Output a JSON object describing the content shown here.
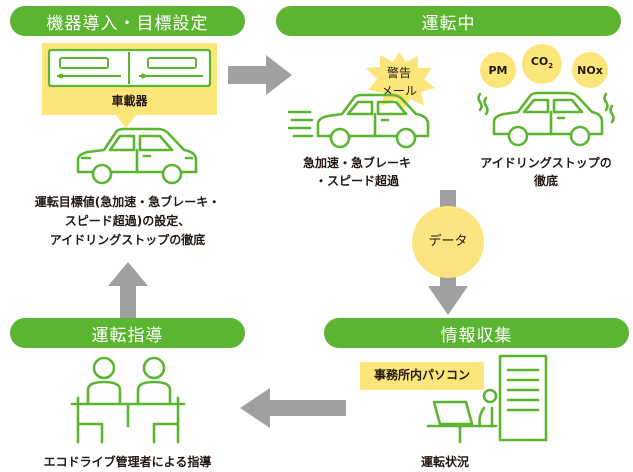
{
  "steps": {
    "setup": {
      "title": "機器導入・目標設定",
      "device_label": "車載器",
      "desc_line1": "運転目標値(急加速・急ブレーキ・",
      "desc_line2": "スピード超過)の設定、",
      "desc_line3": "アイドリングストップの徹底"
    },
    "driving": {
      "title": "運転中",
      "alert_line1": "警告",
      "alert_line2": "メール",
      "car1_line1": "急加速・急ブレーキ",
      "car1_line2": "・スピード超過",
      "car2_line1": "アイドリングストップの",
      "car2_line2": "徹底",
      "emission_pm": "PM",
      "emission_co2": "CO",
      "emission_co2_sub": "2",
      "emission_nox": "NOx"
    },
    "data": {
      "label": "データ"
    },
    "collection": {
      "title": "情報収集",
      "pc_label": "事務所内パソコン",
      "caption": "運転状況"
    },
    "guidance": {
      "title": "運転指導",
      "caption": "エコドライブ管理者による指導"
    }
  },
  "colors": {
    "green": "#5cb531",
    "line_green": "#5cb531",
    "arrow_gray": "#9fa0a0",
    "yellow": "#fce67a",
    "yellow_circle": "#fce480",
    "text": "#231815"
  },
  "icons": [
    "in-vehicle-device-icon",
    "car-icon",
    "speeding-car-icon",
    "idling-car-icon",
    "alert-burst-icon",
    "emission-cloud-icon",
    "office-pc-icon",
    "managers-icon",
    "arrow-icon"
  ]
}
